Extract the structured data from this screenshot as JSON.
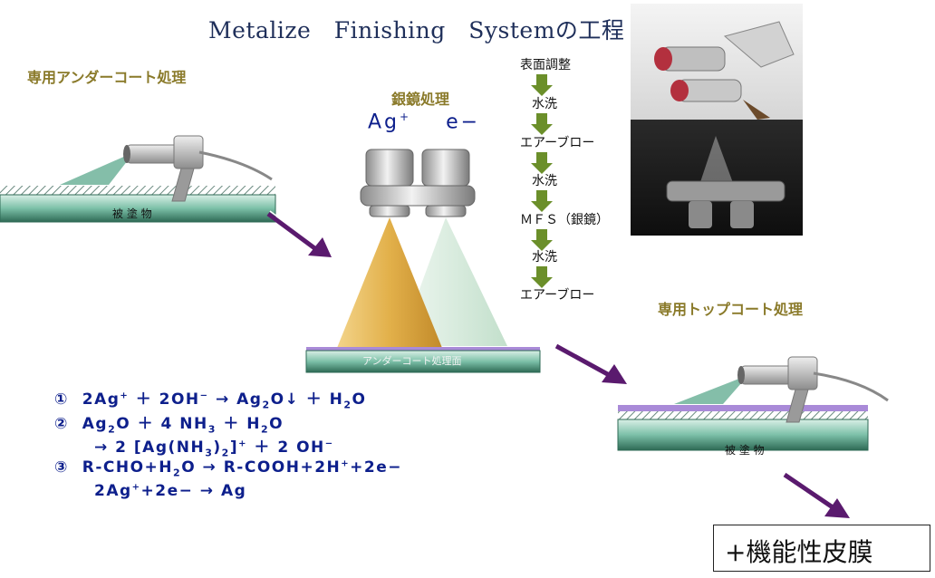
{
  "title": "Metalize　Finishing　Systemの工程",
  "undercoat_label": "専用アンダーコート処理",
  "substrate_label_left": "被 塗 物",
  "silver_label": "銀鏡処理",
  "ion_ag": "Ag",
  "ion_ag_charge": "+",
  "ion_e": "e",
  "ion_e_charge": "−",
  "undercoat_surface_label": "アンダーコート処理面",
  "steps": [
    "表面調整",
    "水洗",
    "エアーブロー",
    "水洗",
    "ＭＦＳ（銀鏡）",
    "水洗",
    "エアーブロー"
  ],
  "topcoat_label": "専用トップコート処理",
  "substrate_label_right": "被 塗 物",
  "equations": {
    "m1": "①",
    "m2": "②",
    "m3": "③",
    "l1_a": "2Ag",
    "l1_a_sup": "+",
    "l1_b": "＋ 2OH",
    "l1_b_sup": "−",
    "l1_c": "→ Ag",
    "l1_c_sub": "2",
    "l1_d": "O↓ ＋ H",
    "l1_d_sub": "2",
    "l1_e": "O",
    "l2_a": "Ag",
    "l2_a_sub": "2",
    "l2_b": "O ＋ 4 NH",
    "l2_b_sub": "3",
    "l2_c": "＋ H",
    "l2_c_sub": "2",
    "l2_d": "O",
    "l3_a": "→ 2 [Ag(NH",
    "l3_a_sub": "3",
    "l3_b": ")",
    "l3_b_sub": "2",
    "l3_c": "]",
    "l3_c_sup": "+",
    "l3_d": "＋ 2 OH",
    "l3_d_sup": "−",
    "l4_a": "R-CHO+H",
    "l4_a_sub": "2",
    "l4_b": "O → R-COOH+2H",
    "l4_b_sup": "+",
    "l4_c": "+2e−",
    "l5_a": "2Ag",
    "l5_a_sup": "+",
    "l5_b": "+2e− → Ag"
  },
  "final_label": "+機能性皮膜",
  "colors": {
    "title": "#1f2f5a",
    "olive_label": "#8a7a2a",
    "equation": "#0d1f8c",
    "arrow_purple": "#5a1a6e",
    "step_arrow": "#6b8f2a",
    "substrate_top": "#a8d8c8",
    "substrate_bottom": "#2e6a55",
    "topcoat_purple": "#a98ad8",
    "spray_gold": "#e2b04a",
    "spray_green": "#cfe7d6"
  }
}
